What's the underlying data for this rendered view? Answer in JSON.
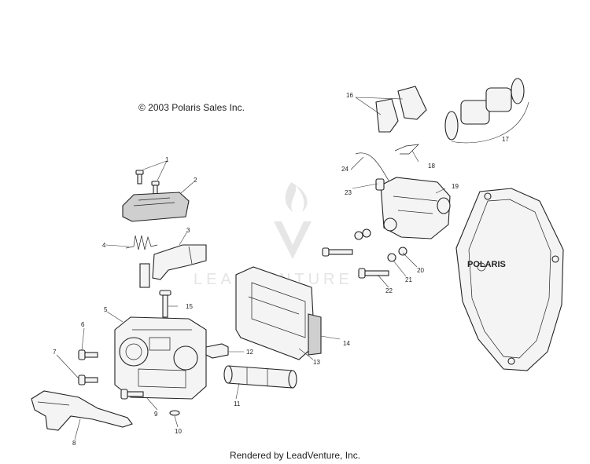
{
  "copyright": "© 2003 Polaris Sales Inc.",
  "footer": "Rendered by LeadVenture, Inc.",
  "watermark": "LEADVENTURE",
  "brand_on_cover": "POLARIS",
  "callouts": [
    "1",
    "2",
    "3",
    "4",
    "5",
    "6",
    "7",
    "8",
    "9",
    "10",
    "11",
    "12",
    "13",
    "14",
    "15",
    "16",
    "17",
    "18",
    "19",
    "20",
    "21",
    "22",
    "23",
    "24"
  ]
}
